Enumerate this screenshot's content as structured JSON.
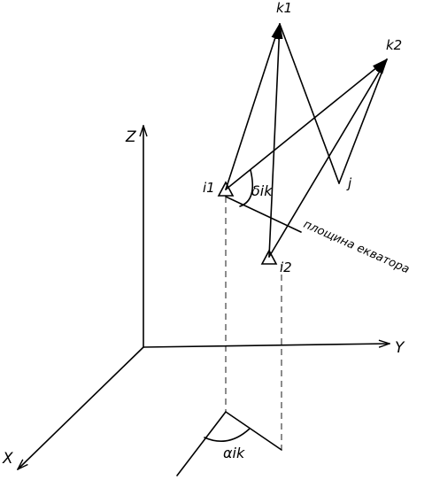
{
  "axes": {
    "x_label": "X",
    "y_label": "Y",
    "z_label": "Z"
  },
  "points": {
    "i1": "i1",
    "i2": "i2",
    "j": "j",
    "k1": "k1",
    "k2": "k2"
  },
  "angles": {
    "delta": "δik",
    "alpha": "αik"
  },
  "plane_label": "площина екватора"
}
